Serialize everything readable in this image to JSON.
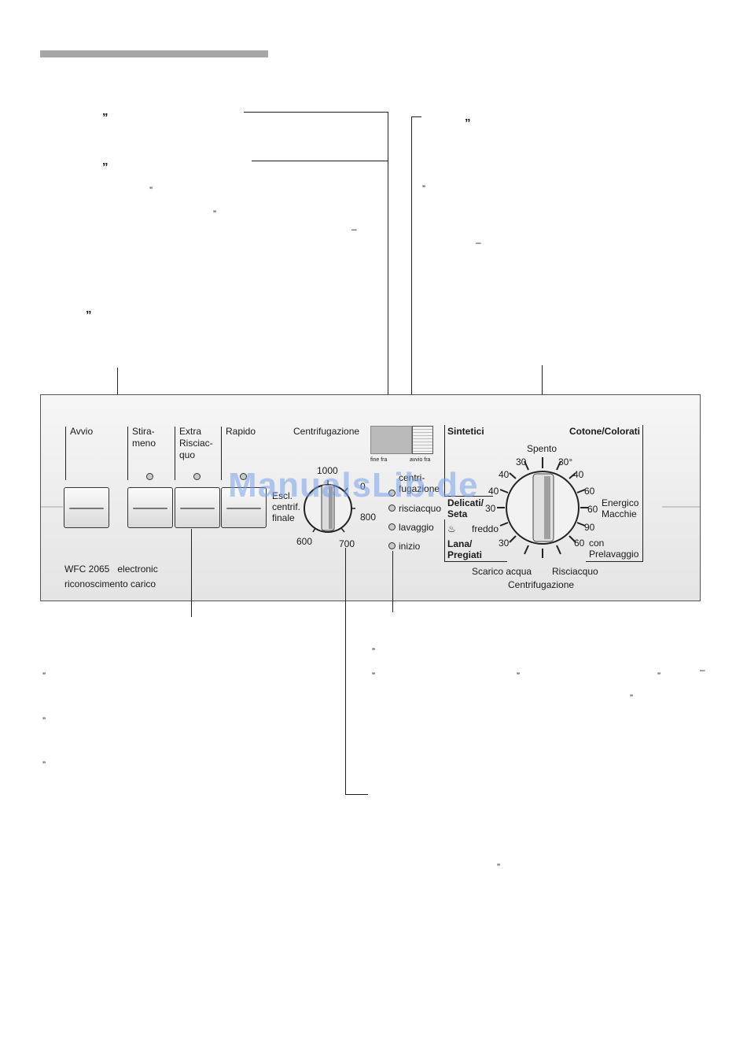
{
  "colors": {
    "header_bar": "#a6a6a6",
    "panel_background": "#ececec",
    "display": "#b9b9b9",
    "watermark": "#78a0eb"
  },
  "marks": {
    "quote": "”",
    "dash": "–"
  },
  "panel": {
    "buttons": {
      "avvio": "Avvio",
      "stirameno": "Stira-\nmeno",
      "extra_risciacquo": "Extra\nRisciac-\nquo",
      "rapido": "Rapido"
    },
    "model_line1": "WFC 2065   electronic",
    "model_line2": "riconoscimento carico",
    "centrifugazione_title": "Centrifugazione",
    "display_left_label": "fine fra",
    "display_right_label": "avvio fra",
    "spin_knob": {
      "label": "Escl.\ncentrif.\nfinale",
      "speeds": [
        "1000",
        "0",
        "800",
        "700",
        "600"
      ]
    },
    "status_indicators": {
      "centrifugazione": "centri-\nfugazione",
      "risciacquo": "risciacquo",
      "lavaggio": "lavaggio",
      "inizio": "inizio"
    },
    "program_knob": {
      "sintetici": "Sintetici",
      "cotone_colorati": "Cotone/Colorati",
      "spento": "Spento",
      "t30_left": "30",
      "t30_deg": "30°",
      "t40_left": "40",
      "t40_right": "40",
      "t60_r1": "60",
      "t60_r2": "60",
      "energico": "Energico\nMacchie",
      "t90": "90",
      "t60_r3": "60",
      "con_prelavaggio": "con\nPrelavaggio",
      "delicati_seta": "Delicati/\nSeta",
      "t40_mid": "40",
      "t30_mid": "30",
      "freddo": "freddo",
      "lana_pregiati": "Lana/\nPregiati",
      "t30_low": "30",
      "scarico_acqua": "Scarico acqua",
      "risciacquo": "Risciacquo",
      "centrifugazione": "Centrifugazione"
    }
  },
  "watermark": "ManualsLib.de"
}
